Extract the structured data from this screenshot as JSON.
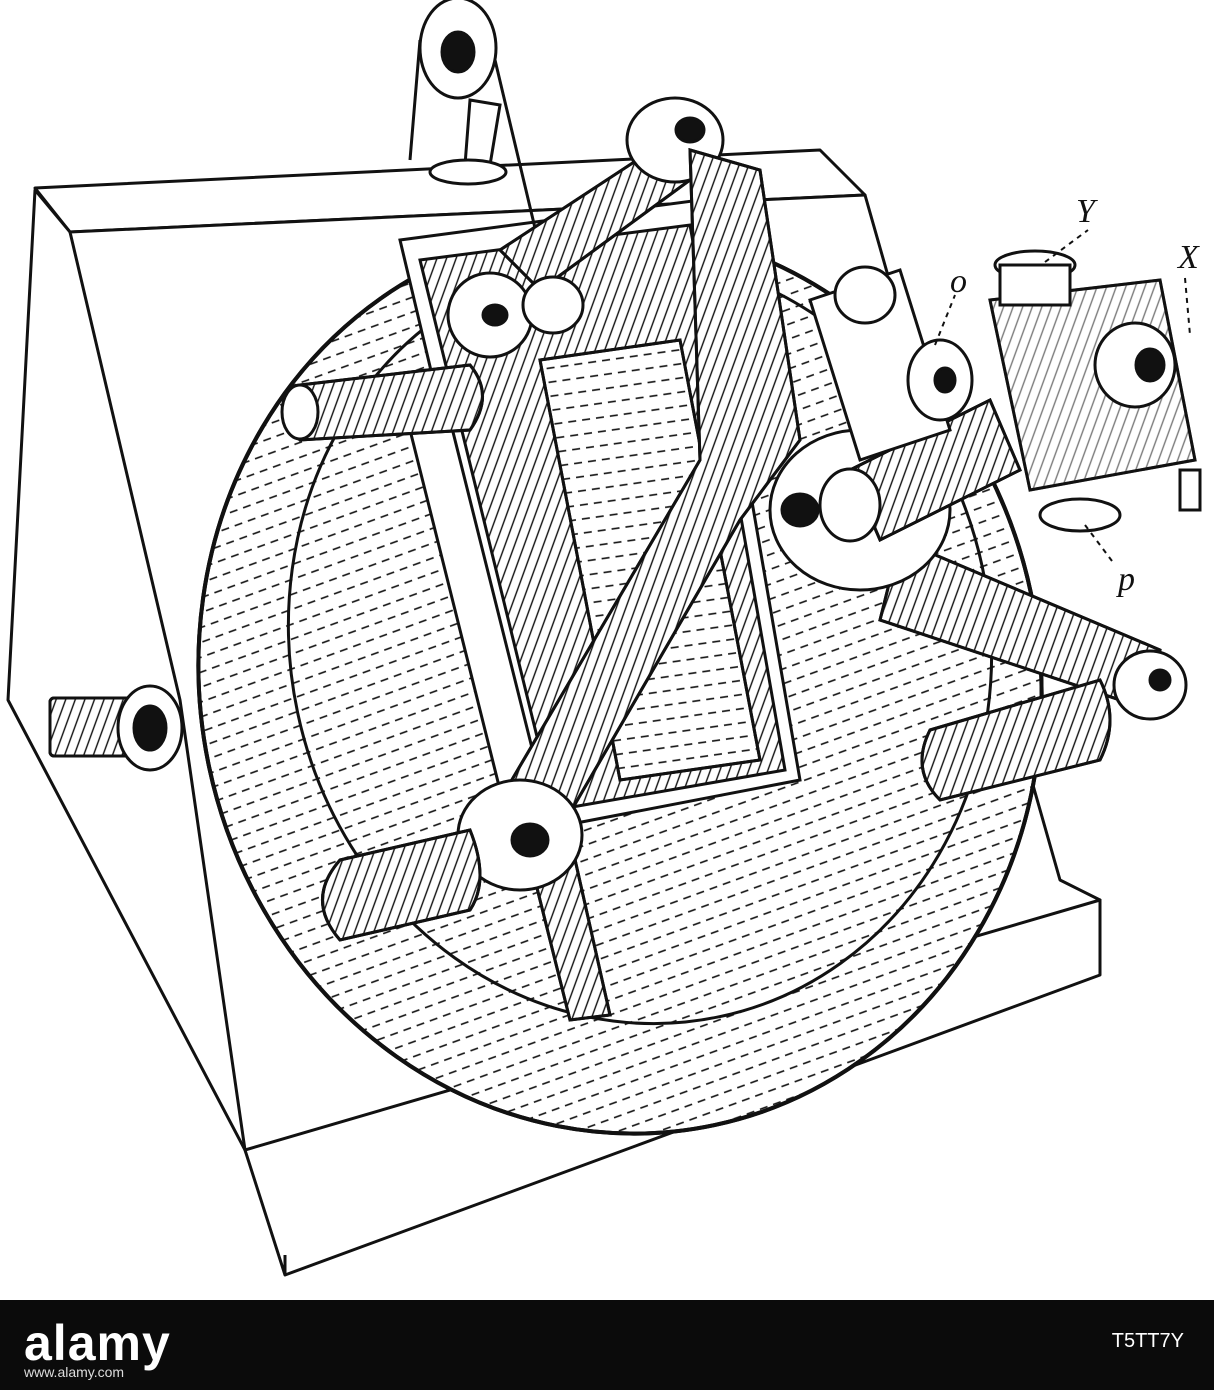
{
  "labels": {
    "y": "Y",
    "x": "X",
    "o": "o",
    "p": "p"
  },
  "footer": {
    "logo": "alamy",
    "stock_id": "T5TT7Y",
    "url": "www.alamy.com"
  },
  "colors": {
    "ink": "#111111",
    "paper": "#ffffff",
    "footer_bg": "#0b0b0b",
    "footer_text": "#ffffff"
  }
}
